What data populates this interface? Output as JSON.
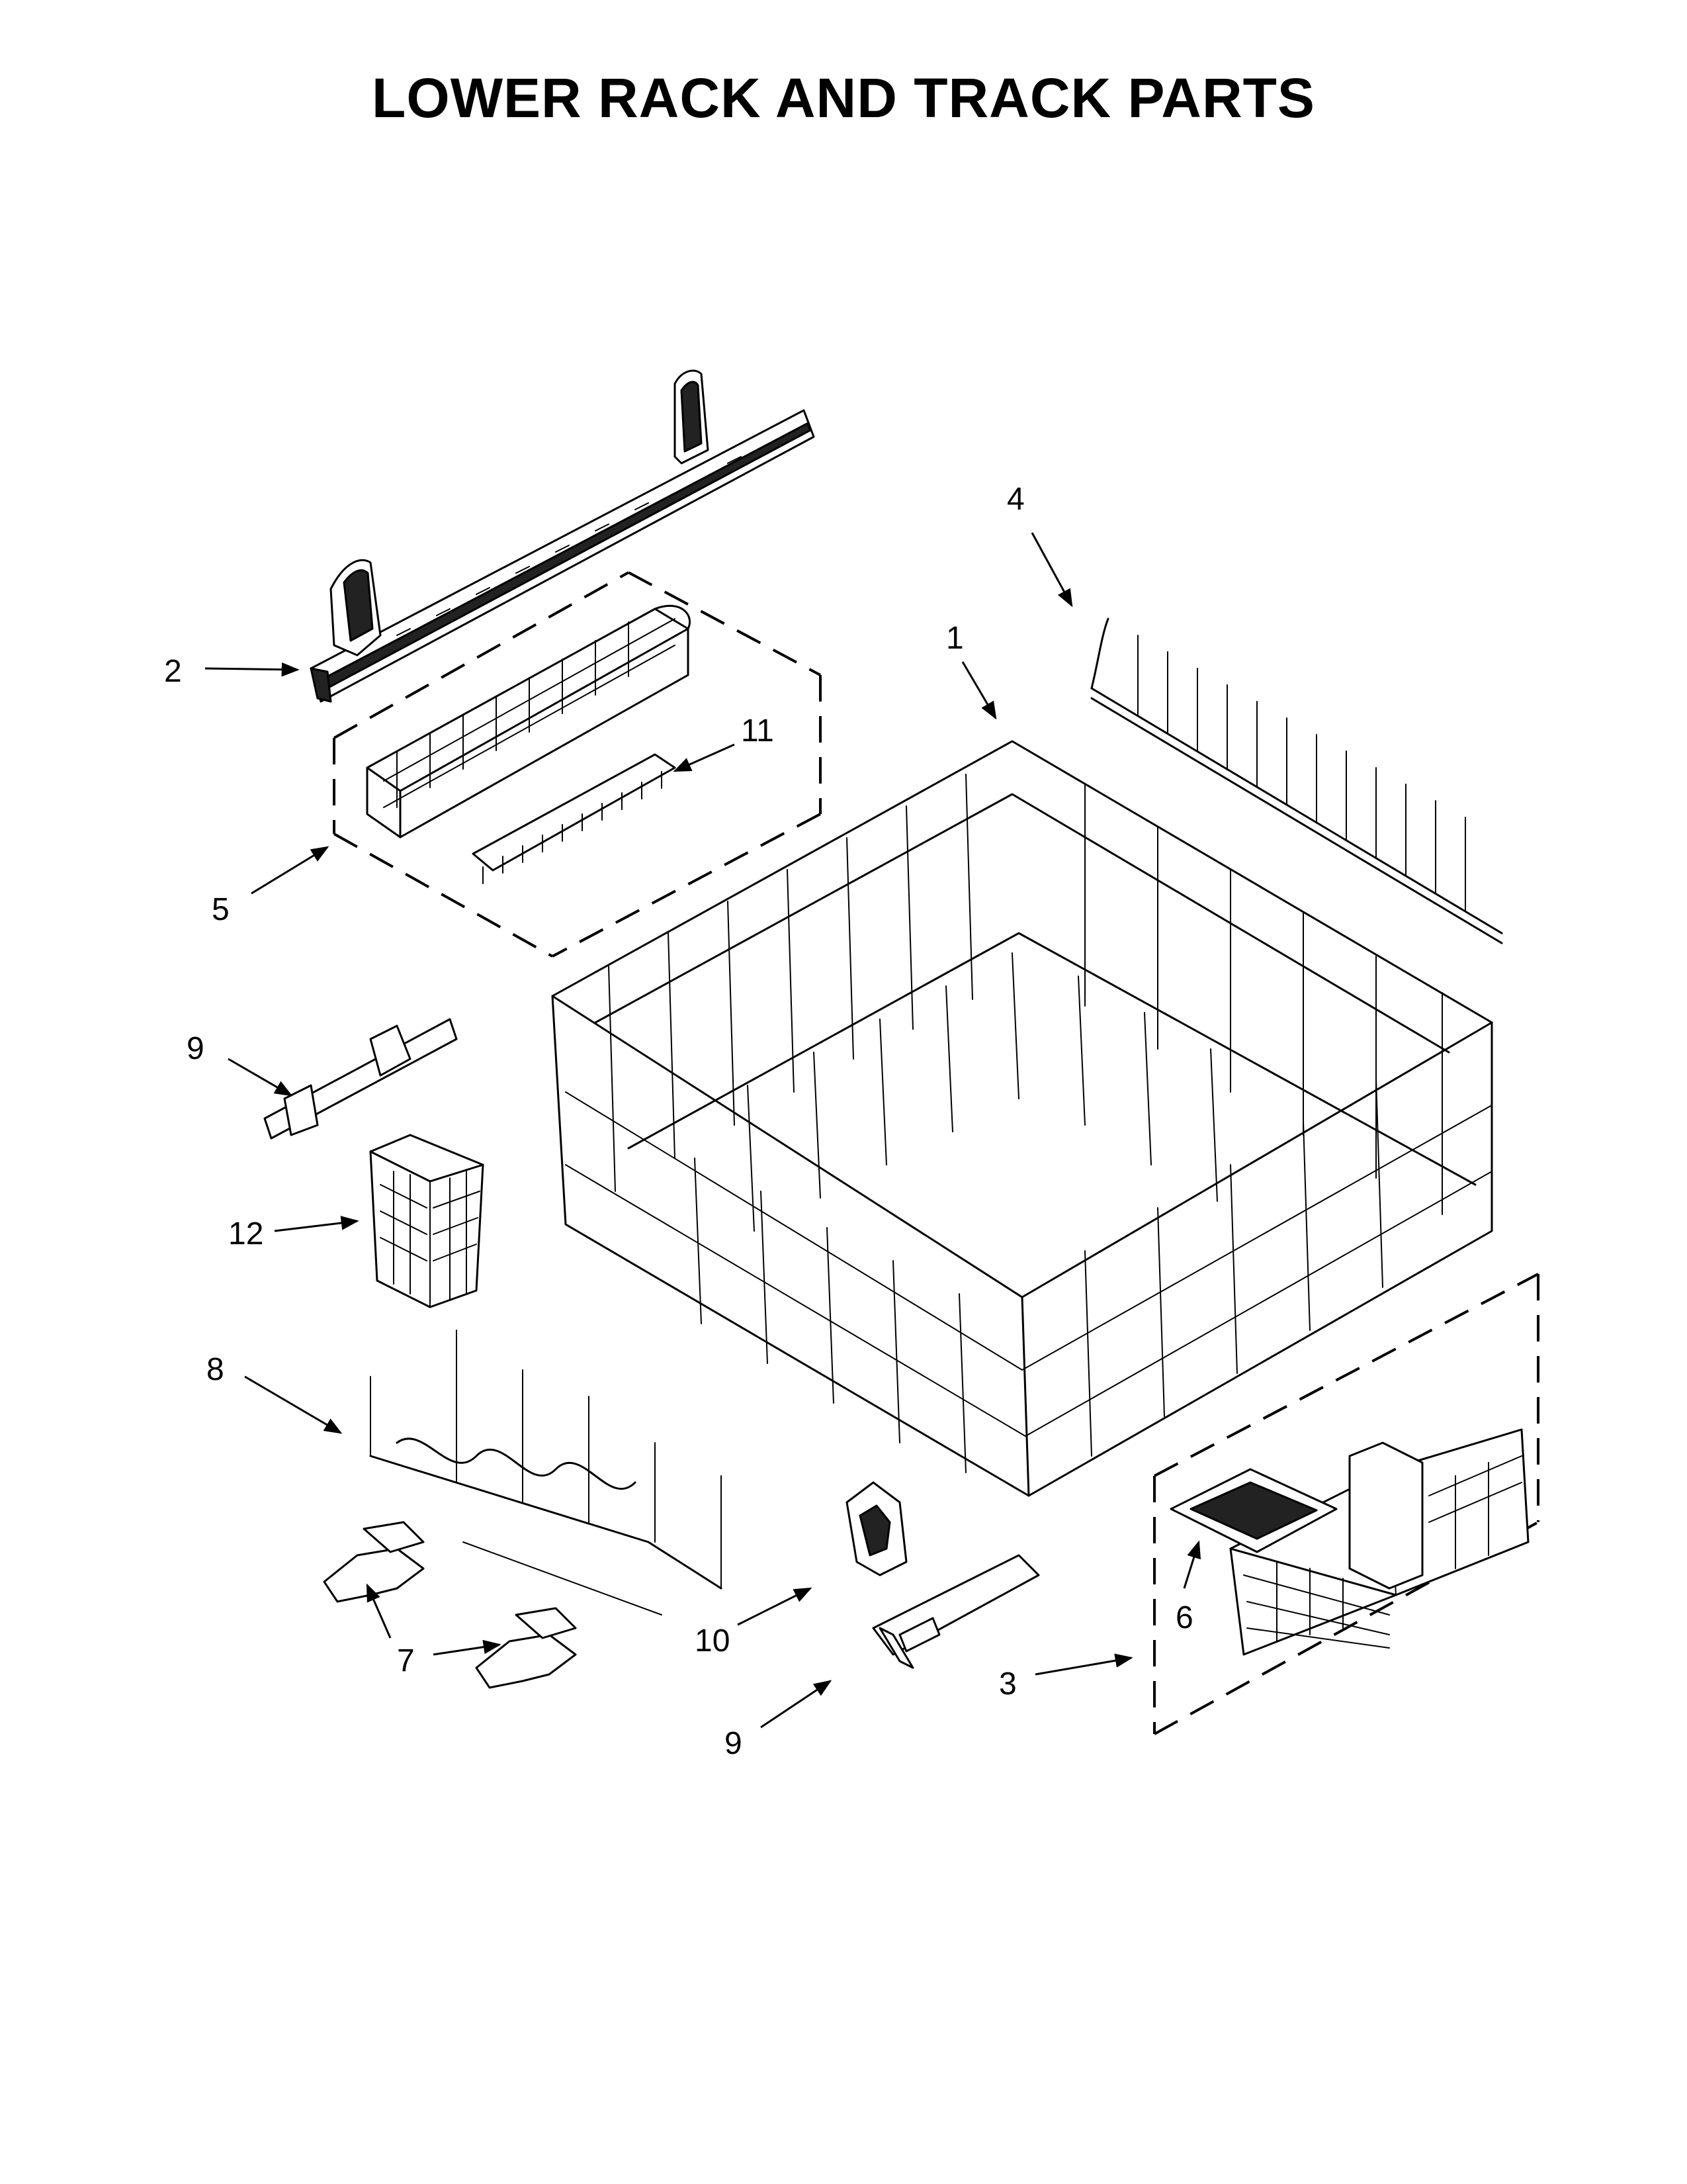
{
  "title": "LOWER RACK AND TRACK PARTS",
  "callouts": [
    {
      "id": "c1",
      "label": "1"
    },
    {
      "id": "c2",
      "label": "2"
    },
    {
      "id": "c3",
      "label": "3"
    },
    {
      "id": "c4",
      "label": "4"
    },
    {
      "id": "c5",
      "label": "5"
    },
    {
      "id": "c6",
      "label": "6"
    },
    {
      "id": "c7",
      "label": "7"
    },
    {
      "id": "c8",
      "label": "8"
    },
    {
      "id": "c9a",
      "label": "9"
    },
    {
      "id": "c9b",
      "label": "9"
    },
    {
      "id": "c10",
      "label": "10"
    },
    {
      "id": "c11",
      "label": "11"
    },
    {
      "id": "c12",
      "label": "12"
    }
  ]
}
